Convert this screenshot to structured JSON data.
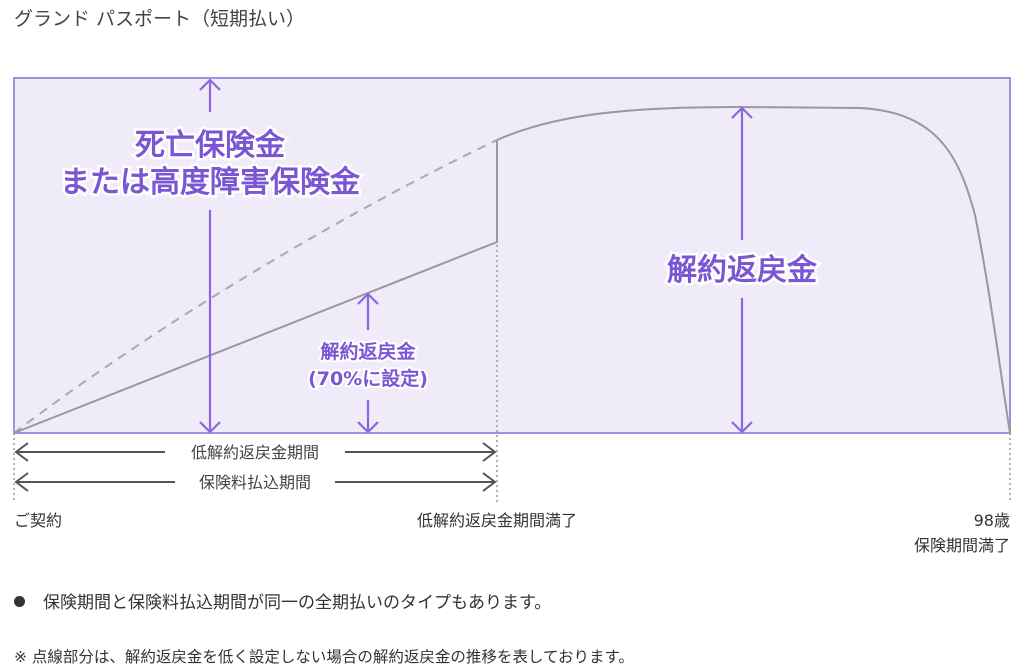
{
  "title": "グランド パスポート（短期払い）",
  "diagram": {
    "death_benefit_label": [
      "死亡保険金",
      "または高度障害保険金"
    ],
    "low_surrender_label": [
      "解約返戻金",
      "(70%に設定)"
    ],
    "surrender_label": "解約返戻金",
    "low_surrender_rate_percent": 70,
    "period_low_surrender": "低解約返戻金期間",
    "period_premium": "保険料払込期間",
    "axis_start": "ご契約",
    "axis_mid": "低解約返戻金期間満了",
    "axis_end": [
      "98歳",
      "保険期間満了"
    ],
    "colors": {
      "accent": "#7b56d4",
      "fill": "#efebf9",
      "border": "#a88ce6",
      "line": "#999999"
    }
  },
  "notes": {
    "bullet": "保険期間と保険料払込期間が同一の全期払いのタイプもあります。",
    "footnote": "※ 点線部分は、解約返戻金を低く設定しない場合の解約返戻金の推移を表しております。"
  }
}
